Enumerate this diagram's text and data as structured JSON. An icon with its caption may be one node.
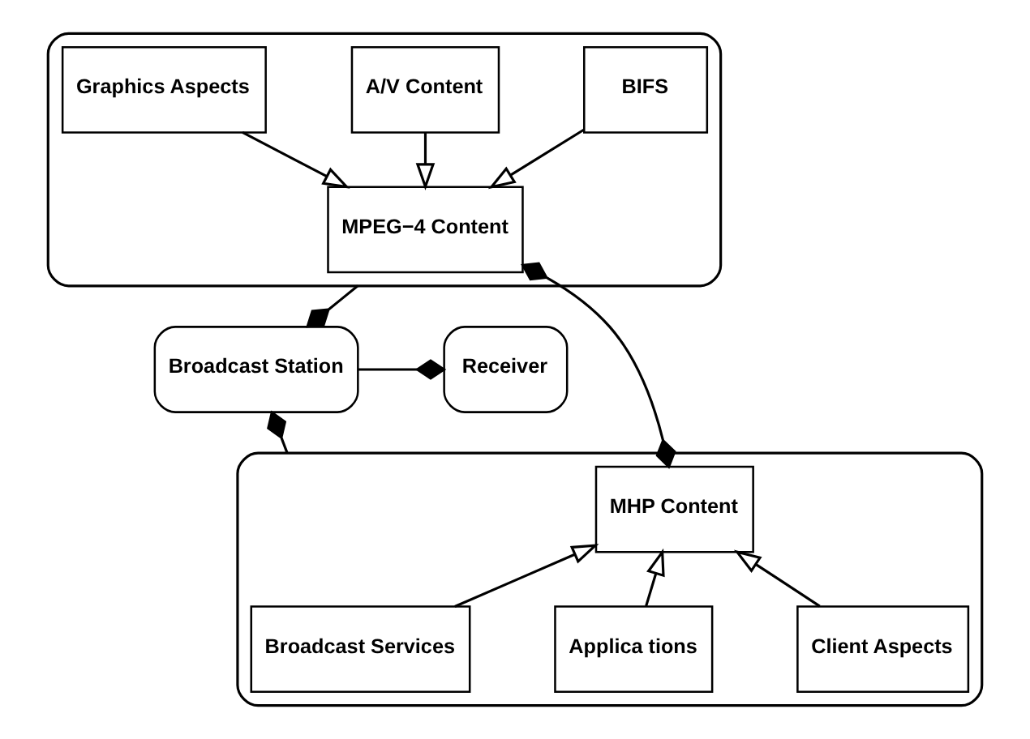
{
  "diagram": {
    "nodes": [
      {
        "text": [],
        "shape": "box"
      },
      {
        "text": [
          "BIFS"
        ],
        "in": 0
      },
      {
        "text": [
          "A/V Content"
        ],
        "in": 0
      },
      {
        "text": [
          "Graphics Aspects"
        ],
        "in": 0
      },
      {
        "text": [
          "MPEG−4 Content"
        ],
        "in": 0
      },
      {
        "text": [
          "Broadcast Station"
        ]
      },
      {
        "text": [
          "Receiver"
        ]
      },
      {
        "text": [],
        "shape": "box"
      },
      {
        "text": [
          "MHP Content"
        ],
        "in": 7
      },
      {
        "text": [
          "Client Aspects"
        ],
        "in": 7
      },
      {
        "text": [
          "Applica tions"
        ],
        "in": 7
      },
      {
        "text": [
          "Broadcast Services"
        ],
        "in": 7
      }
    ],
    "edges": [
      {
        "from": 1,
        "to": 4,
        "arrow": "to"
      },
      {
        "from": 2,
        "to": 4,
        "arrow": "to"
      },
      {
        "from": 3,
        "to": 4,
        "arrow": "to"
      },
      {
        "from": 9,
        "to": 8,
        "arrow": "to"
      },
      {
        "from": 10,
        "to": 8,
        "arrow": "to"
      },
      {
        "from": 11,
        "to": 8,
        "arrow": "to"
      },
      {
        "from": 4,
        "to": 8,
        "arrow": "other"
      },
      {
        "from": 0,
        "to": 5,
        "arrow": "other"
      },
      {
        "from": 7,
        "to": 5,
        "arrow": "other"
      },
      {
        "from": 5,
        "to": 6,
        "arrow": "other"
      }
    ]
  }
}
